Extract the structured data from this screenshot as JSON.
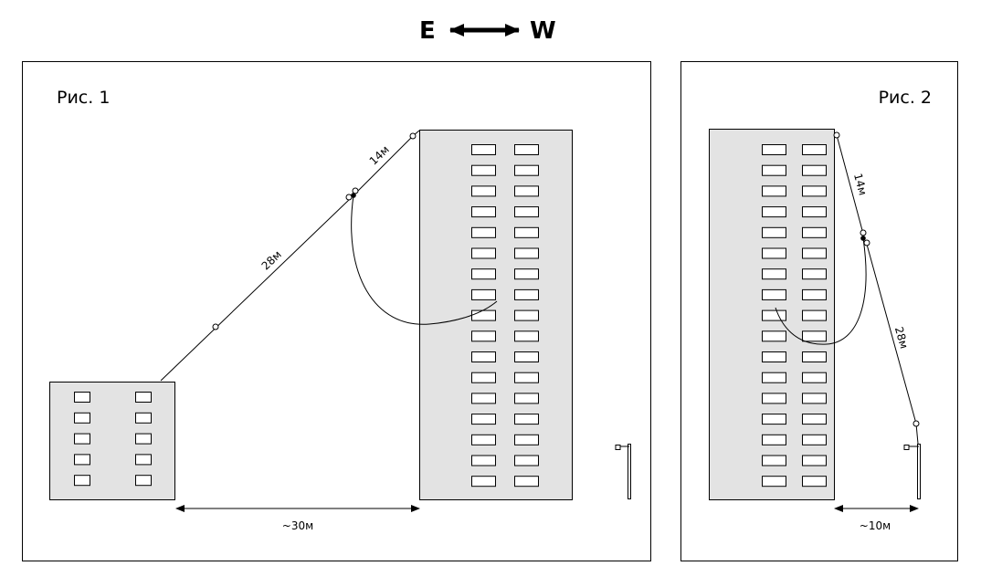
{
  "orientation": {
    "east": "E",
    "west": "W"
  },
  "figure1": {
    "label": "Рис. 1",
    "wire_lower_label": "28м",
    "wire_upper_label": "14м",
    "distance_label": "~30м"
  },
  "figure2": {
    "label": "Рис. 2",
    "wire_upper_label": "14м",
    "wire_lower_label": "28м",
    "distance_label": "~10м"
  },
  "colors": {
    "building_fill": "#e3e3e3",
    "stroke": "#000000",
    "background": "#ffffff"
  }
}
